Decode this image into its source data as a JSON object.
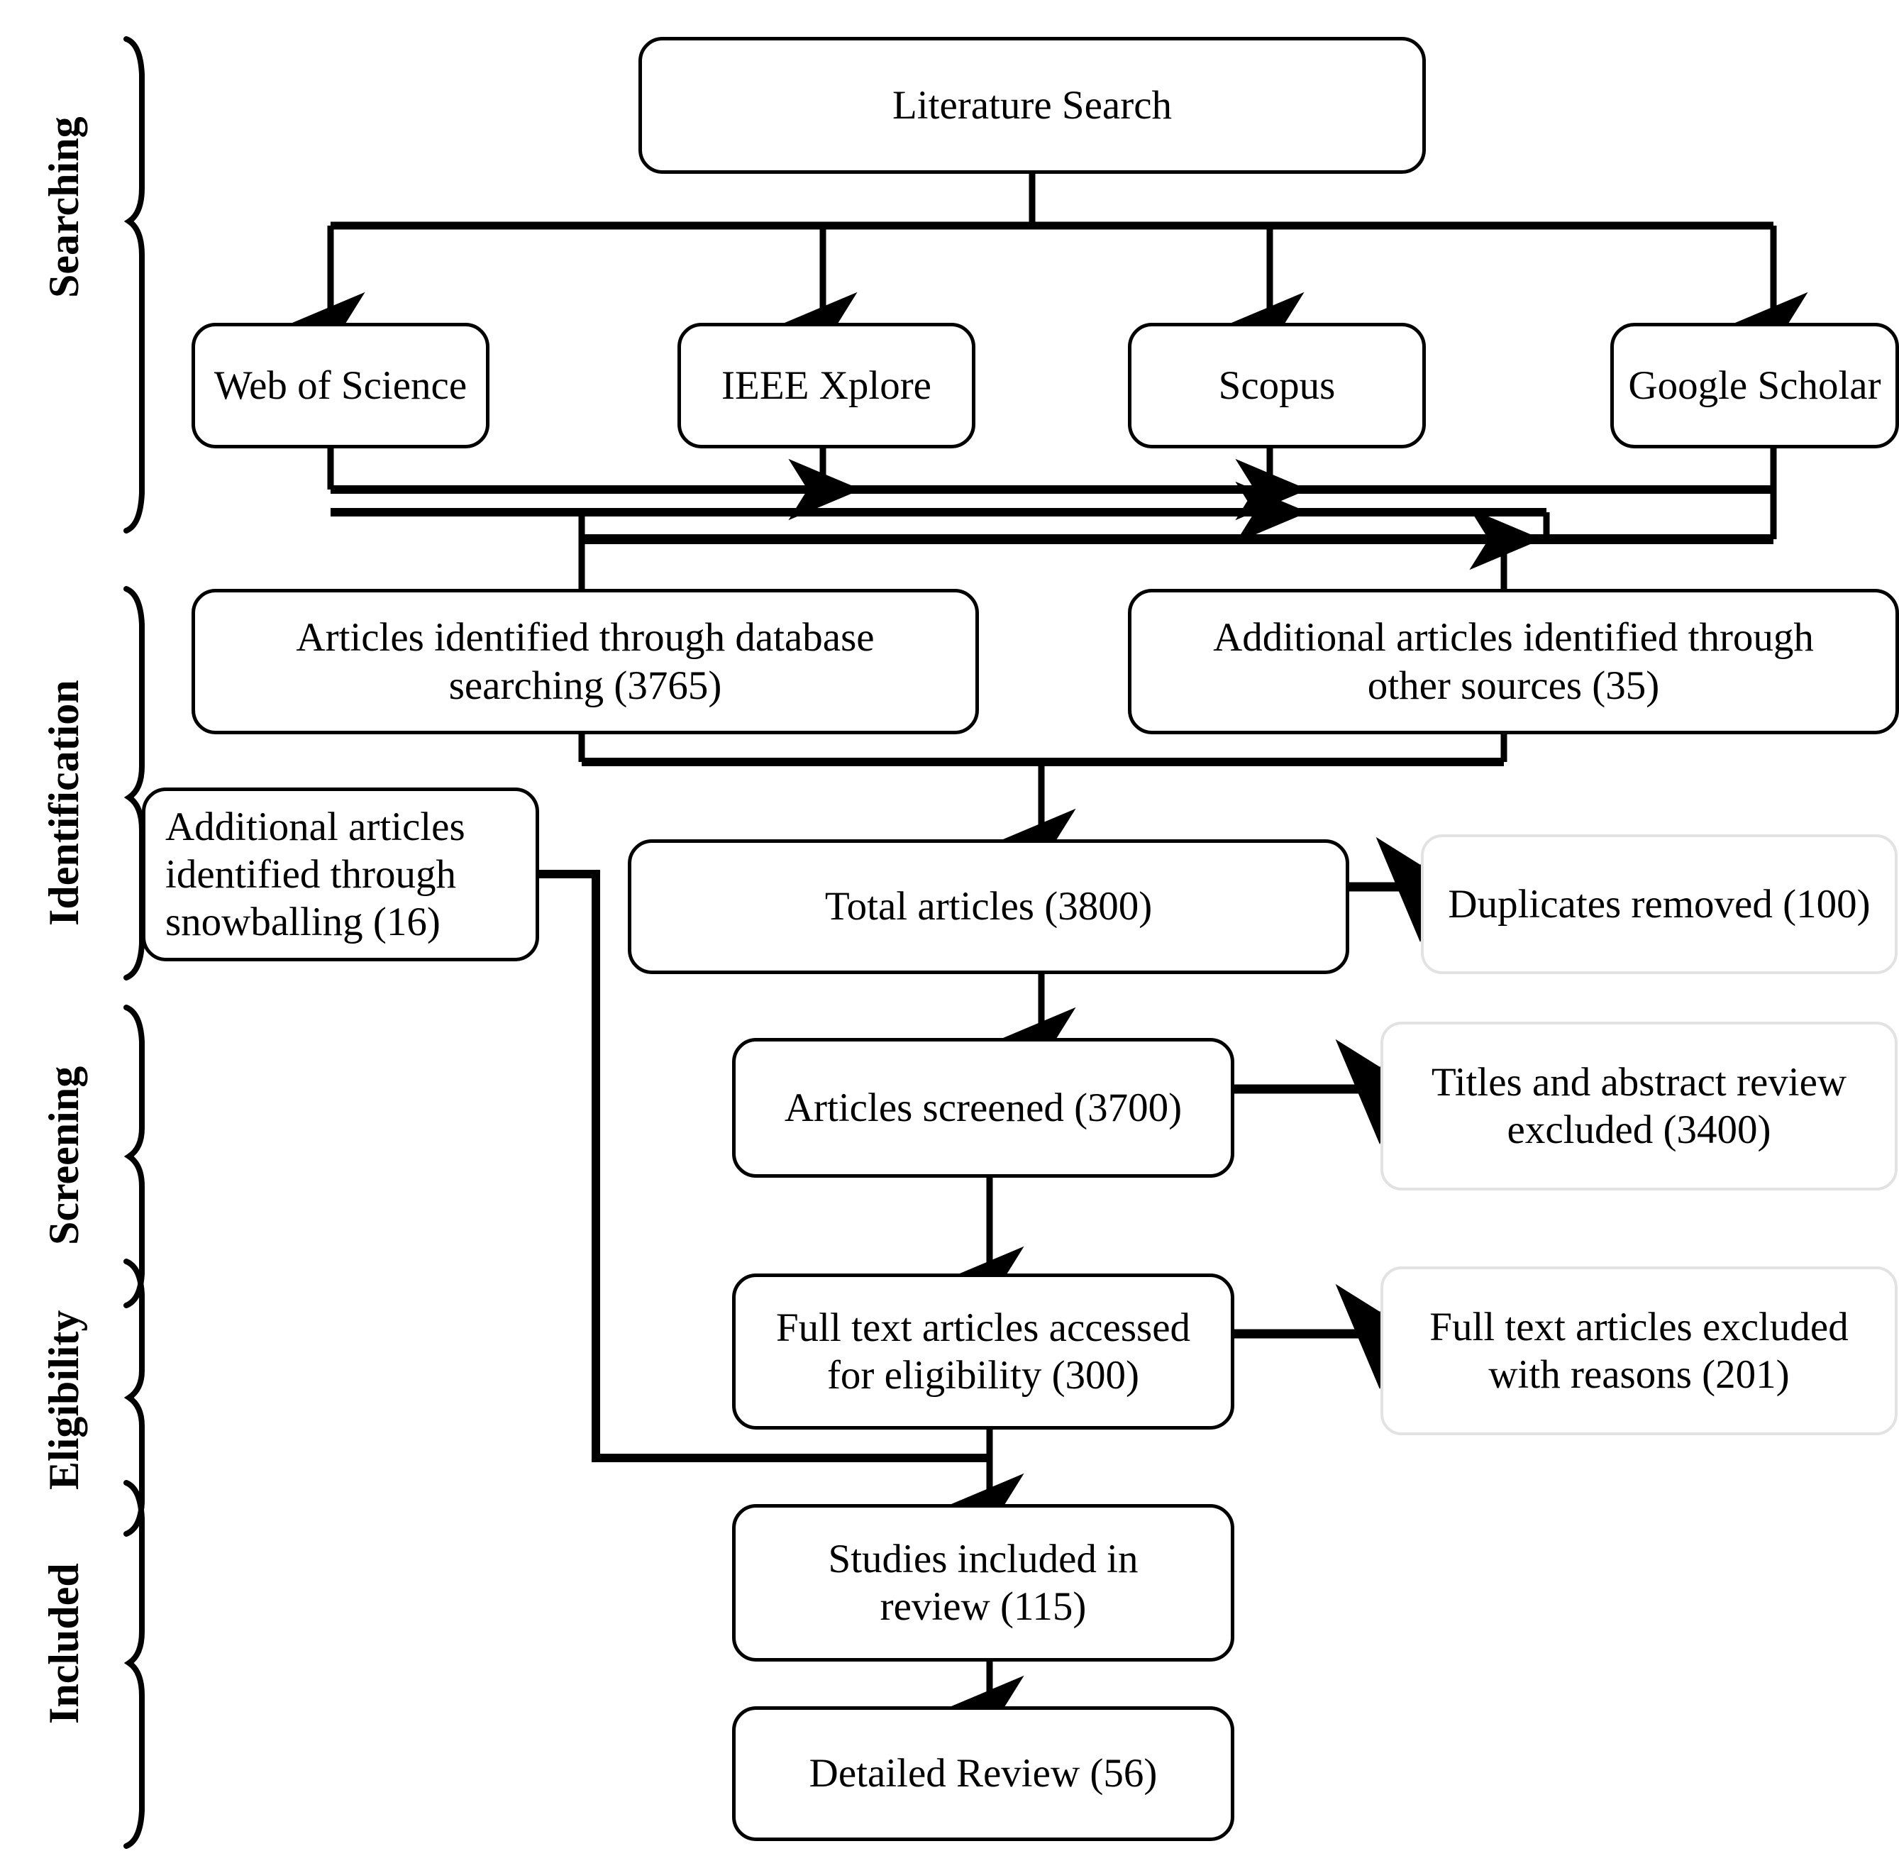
{
  "diagram": {
    "type": "prisma-flow-diagram",
    "stages": [
      {
        "id": "searching",
        "label": "Searching"
      },
      {
        "id": "identification",
        "label": "Identification"
      },
      {
        "id": "screening",
        "label": "Screening"
      },
      {
        "id": "eligibility",
        "label": "Eligibility"
      },
      {
        "id": "included",
        "label": "Included"
      }
    ],
    "nodes": {
      "literature_search": "Literature Search",
      "web_of_science": "Web of Science",
      "ieee_xplore": "IEEE Xplore",
      "scopus": "Scopus",
      "google_scholar": "Google Scholar",
      "database_searching_line1": "Articles identified through database",
      "database_searching_line2": "searching (3765)",
      "other_sources_line1": "Additional articles identified through",
      "other_sources_line2": "other sources (35)",
      "snowballing_line1": "Additional articles",
      "snowballing_line2": "identified through",
      "snowballing_line3": "snowballing (16)",
      "total_articles": "Total articles (3800)",
      "duplicates_removed": "Duplicates removed (100)",
      "articles_screened": "Articles screened (3700)",
      "titles_excluded_line1": "Titles and abstract review",
      "titles_excluded_line2": "excluded (3400)",
      "full_text_assessed_line1": "Full text articles accessed",
      "full_text_assessed_line2": "for eligibility (300)",
      "full_text_excluded_line1": "Full text articles excluded",
      "full_text_excluded_line2": "with reasons (201)",
      "studies_included_line1": "Studies included in",
      "studies_included_line2": "review (115)",
      "detailed_review": "Detailed Review (56)"
    },
    "counts": {
      "database_searching": 3765,
      "other_sources": 35,
      "snowballing": 16,
      "total_articles": 3800,
      "duplicates_removed": 100,
      "articles_screened": 3700,
      "titles_abstract_excluded": 3400,
      "full_text_assessed": 300,
      "full_text_excluded": 201,
      "studies_included": 115,
      "detailed_review": 56
    },
    "colors": {
      "stroke": "#000000",
      "muted_stroke": "#e2e2e2",
      "background": "#ffffff",
      "text": "#000000"
    }
  }
}
